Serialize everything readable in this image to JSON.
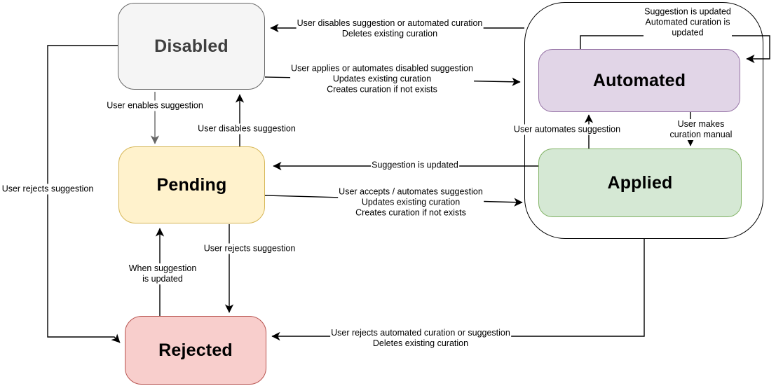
{
  "diagram": {
    "type": "state-machine-flowchart",
    "states": [
      {
        "id": "disabled",
        "label": "Disabled",
        "fill": "#f5f5f5",
        "stroke": "#666666",
        "text_color": "#3f3f3f"
      },
      {
        "id": "pending",
        "label": "Pending",
        "fill": "#fff2cc",
        "stroke": "#d6b656",
        "text_color": "#000000"
      },
      {
        "id": "rejected",
        "label": "Rejected",
        "fill": "#f8cecc",
        "stroke": "#b85450",
        "text_color": "#000000"
      },
      {
        "id": "automated",
        "label": "Automated",
        "fill": "#e1d5e7",
        "stroke": "#9673a6",
        "text_color": "#000000"
      },
      {
        "id": "applied",
        "label": "Applied",
        "fill": "#d5e8d4",
        "stroke": "#82b366",
        "text_color": "#000000"
      }
    ],
    "groups": [
      {
        "id": "curation-group",
        "contains": [
          "automated",
          "applied"
        ],
        "stroke": "#000000"
      }
    ],
    "edges": [
      {
        "from": "curation-group",
        "to": "disabled",
        "label": "User disables suggestion or automated curation\nDeletes existing curation"
      },
      {
        "from": "disabled",
        "to": "curation-group",
        "label": "User applies or automates disabled suggestion\nUpdates existing curation\nCreates curation if not exists"
      },
      {
        "from": "disabled",
        "to": "pending",
        "color": "#666666",
        "label": "User enables suggestion"
      },
      {
        "from": "pending",
        "to": "disabled",
        "label": "User disables suggestion"
      },
      {
        "from": "applied",
        "to": "pending",
        "label": "Suggestion is updated"
      },
      {
        "from": "pending",
        "to": "curation-group",
        "label": "User accepts / automates suggestion\nUpdates existing curation\nCreates curation if not exists"
      },
      {
        "from": "disabled",
        "to": "rejected",
        "label": "User rejects suggestion"
      },
      {
        "from": "pending",
        "to": "rejected",
        "label": "User rejects suggestion"
      },
      {
        "from": "rejected",
        "to": "pending",
        "label": "When suggestion\nis updated"
      },
      {
        "from": "curation-group",
        "to": "rejected",
        "label": "User rejects automated curation or suggestion\nDeletes existing curation"
      },
      {
        "from": "automated",
        "to": "automated",
        "label": "Suggestion is updated\nAutomated curation is updated"
      },
      {
        "from": "applied",
        "to": "automated",
        "label": "User automates suggestion"
      },
      {
        "from": "automated",
        "to": "applied",
        "label": "User makes curation manual"
      }
    ]
  }
}
